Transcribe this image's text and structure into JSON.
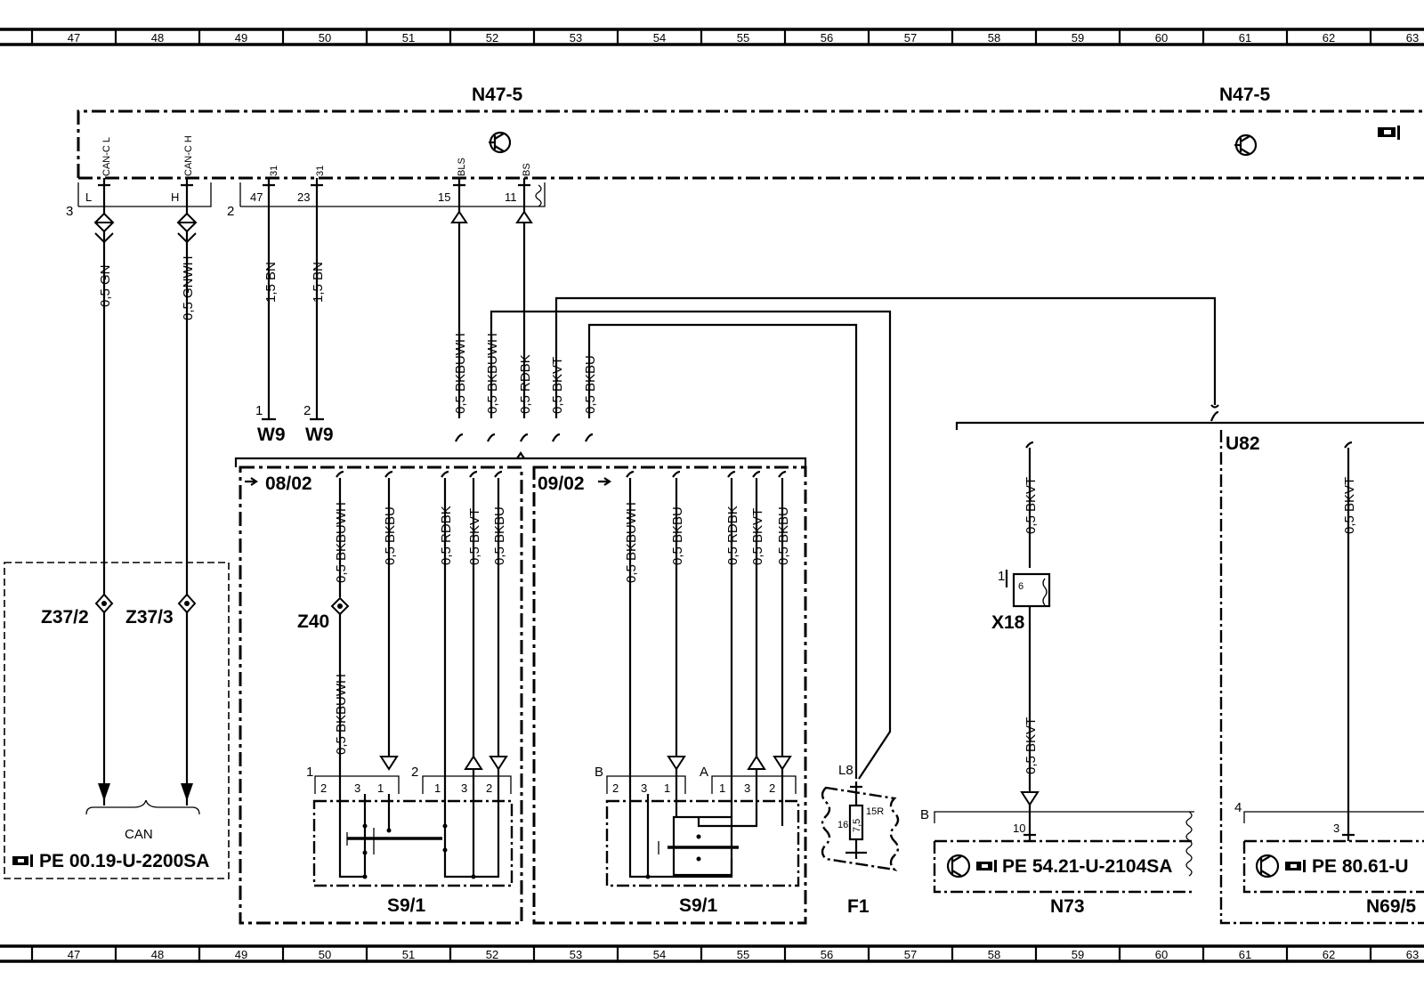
{
  "grid": {
    "columns": [
      "47",
      "48",
      "49",
      "50",
      "51",
      "52",
      "53",
      "54",
      "55",
      "56",
      "57",
      "58",
      "59",
      "60",
      "61",
      "62",
      "63"
    ]
  },
  "module": {
    "left_label": "N47-5",
    "right_label": "N47-5",
    "ref_icon": "hand-pointer-icon",
    "can_l_pin": "CAN-C L",
    "can_h_pin": "CAN-C H",
    "pin_31a": "31",
    "pin_31b": "31",
    "pin_bls": "BLS",
    "pin_bs": "BS",
    "conn3": "3",
    "conn2": "2",
    "l": "L",
    "h": "H",
    "n47": "47",
    "n23": "23",
    "n15": "15",
    "n11": "11"
  },
  "wires": {
    "can_l": "0,5  GN",
    "can_h": "0,5  GNWH",
    "gnd1": "1,5  BN",
    "gnd2": "1,5  BN",
    "bkbuwh_a": "0,5  BKBUWH",
    "bkbuwh_b": "0,5  BKBUWH",
    "rdbk": "0,5  RDBK",
    "bkvt": "0,5  BKVT",
    "bkbu": "0,5  BKBU"
  },
  "ground": {
    "w9_pin1": "1",
    "w9_pin2": "2",
    "w9a": "W9",
    "w9b": "W9"
  },
  "can_box": {
    "z37_2": "Z37/2",
    "z37_3": "Z37/3",
    "can": "CAN",
    "ref": "PE  00.19-U-2200SA"
  },
  "switch_left": {
    "variant": "08/02",
    "z40": "Z40",
    "w1": "0,5  BKBUWH",
    "w2": "0,5  BKBU",
    "w3": "0,5  RDBK",
    "w4": "0,5  BKVT",
    "w5": "0,5  BKBU",
    "w_lower": "0,5  BKBUWH",
    "conn1": "1",
    "conn2": "2",
    "pins_a": [
      "2",
      "3",
      "1"
    ],
    "pins_b": [
      "1",
      "3",
      "2"
    ],
    "label": "S9/1"
  },
  "switch_right": {
    "variant": "09/02",
    "w1": "0,5  BKBUWH",
    "w2": "0,5  BKBU",
    "w3": "0,5  RDBK",
    "w4": "0,5  BKVT",
    "w5": "0,5  BKBU",
    "conn_b": "B",
    "conn_a": "A",
    "pins_a": [
      "2",
      "3",
      "1"
    ],
    "pins_b": [
      "1",
      "3",
      "2"
    ],
    "label": "S9/1"
  },
  "fuse": {
    "pin_l8": "L8",
    "pin16": "16",
    "pin15r": "15R",
    "rating": "7,5",
    "label": "F1"
  },
  "n73": {
    "w_upper": "0,5  BKVT",
    "w_lower": "0,5  BKVT",
    "x18_pin": "1",
    "x18_inner": "6",
    "x18": "X18",
    "conn": "B",
    "pin": "10",
    "ref": "PE  54.21-U-2104SA",
    "label": "N73"
  },
  "n69": {
    "u82": "U82",
    "wire": "0,5  BKVT",
    "conn": "4",
    "pin": "3",
    "ref": "PE  80.61-U",
    "label": "N69/5"
  }
}
